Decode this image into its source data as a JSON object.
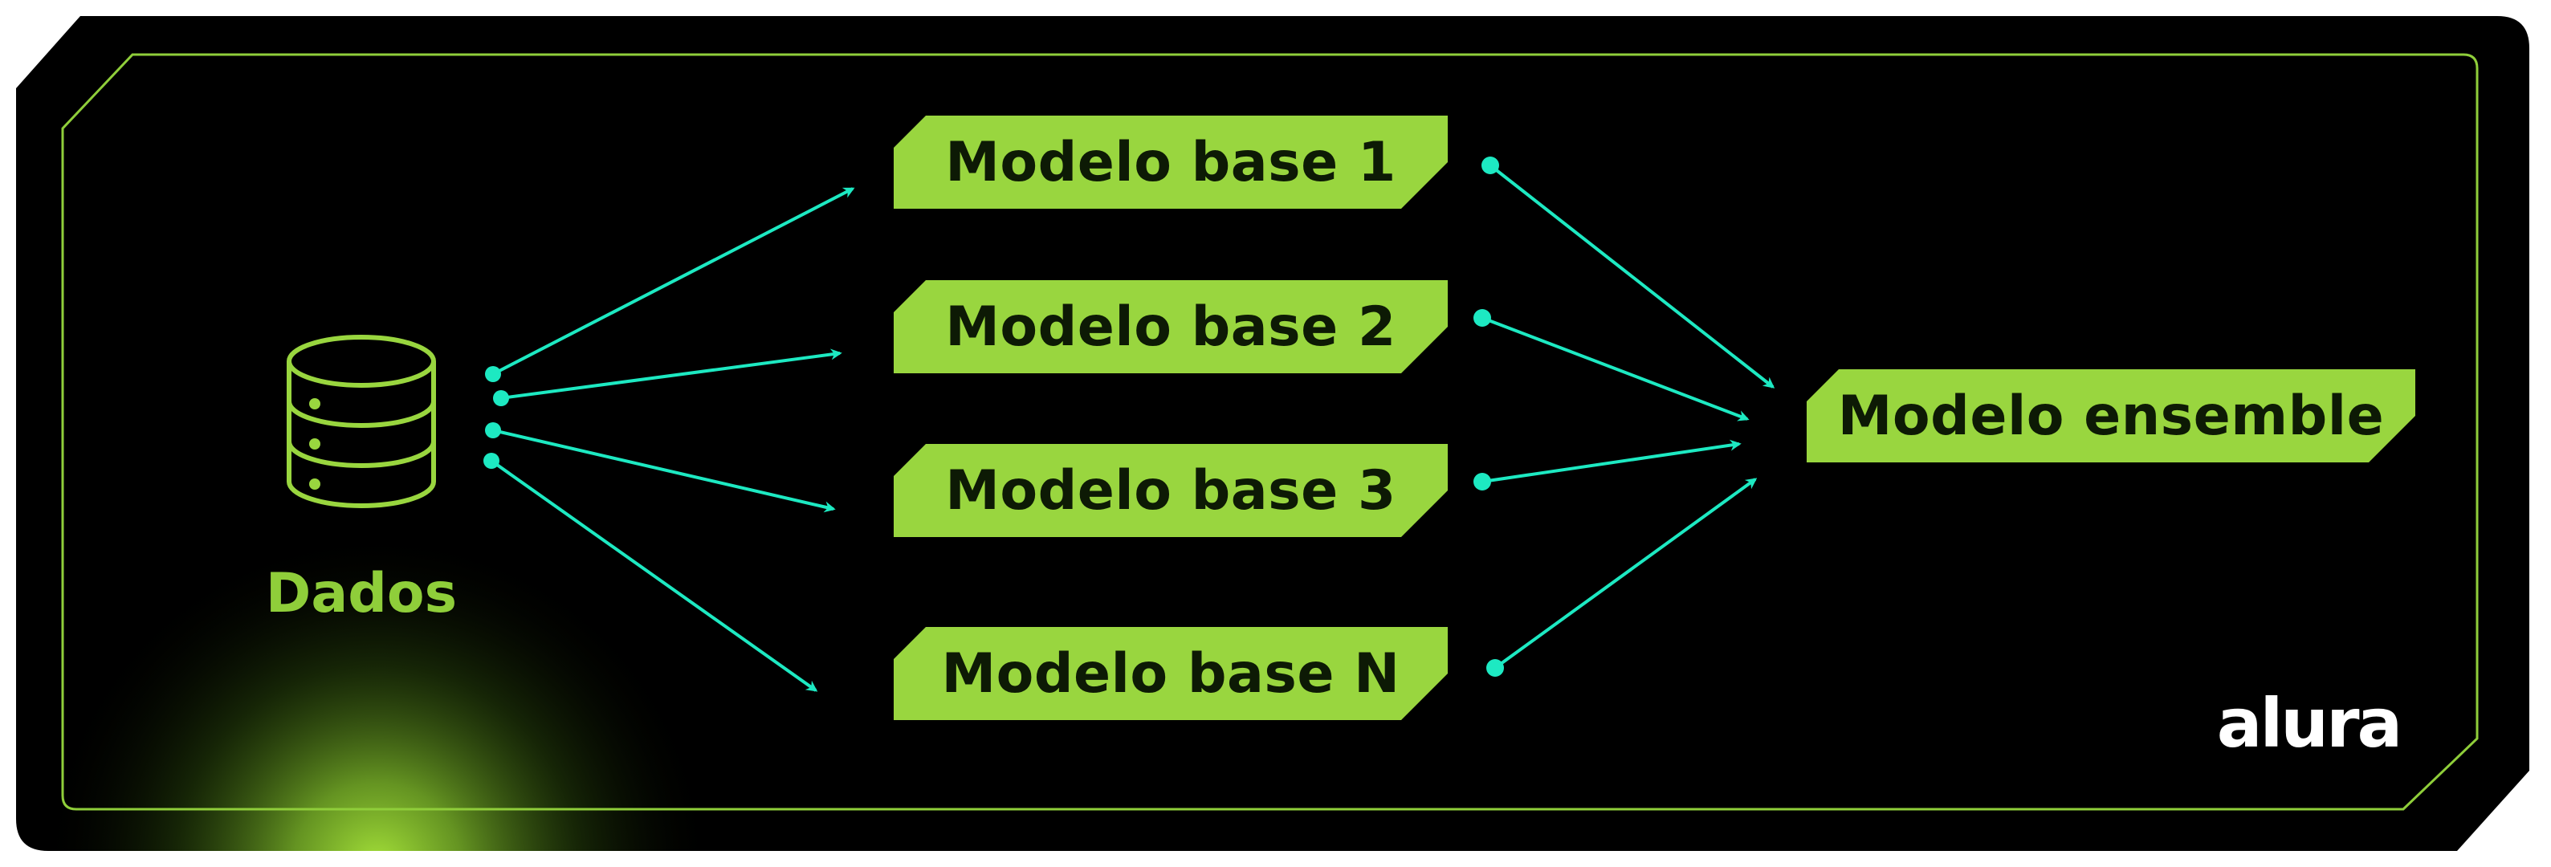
{
  "diagram": {
    "source": {
      "label": "Dados",
      "icon": "database-icon"
    },
    "base_models": [
      {
        "label": "Modelo base 1"
      },
      {
        "label": "Modelo base 2"
      },
      {
        "label": "Modelo base 3"
      },
      {
        "label": "Modelo base N"
      }
    ],
    "ensemble": {
      "label": "Modelo ensemble"
    },
    "brand": {
      "logo_text": "alura"
    }
  },
  "colors": {
    "background": "#000000",
    "accent_green": "#99d63f",
    "arrow_teal": "#1de9c2",
    "border_green": "#8fce3a",
    "box_text": "#0d1a05"
  }
}
